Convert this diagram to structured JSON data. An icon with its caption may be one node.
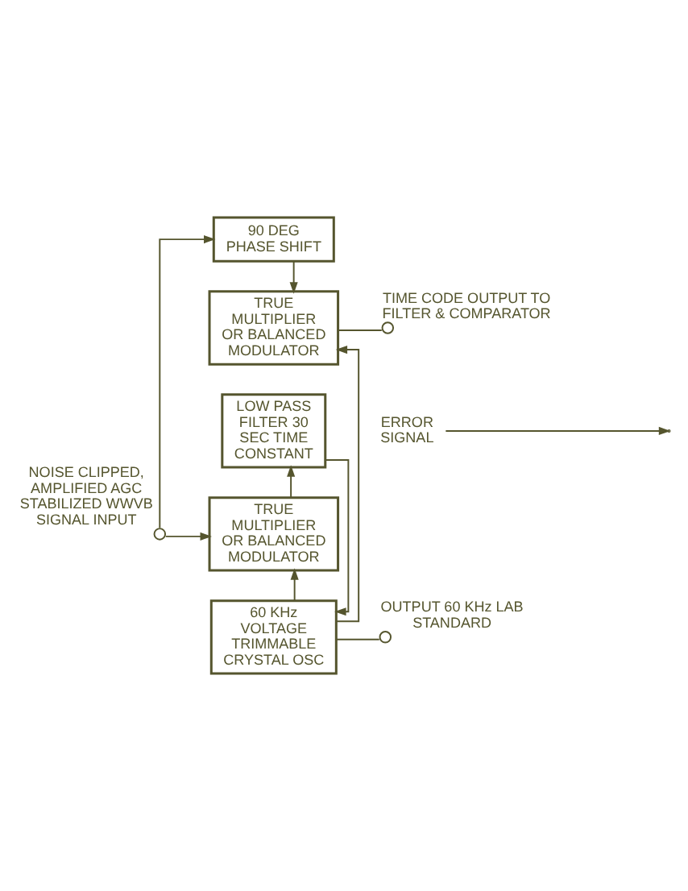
{
  "diagram": {
    "nodes": [
      {
        "text": [
          "90 DEG PHASE SHIFT"
        ]
      },
      {
        "text": [
          "TRUE MULTIPLIER OR BALANCED MODULATOR"
        ]
      },
      {
        "text": [
          "LOW PASS FILTER 30 SEC TIME CONSTANT"
        ]
      },
      {
        "text": [
          "TRUE MULTIPLIER OR BALANCED MODULATOR"
        ]
      },
      {
        "text": [
          "60 KHz VOLTAGE TRIMMABLE CRYSTAL OSC"
        ]
      },
      {
        "text": [],
        "shape": "circle",
        "beside": [
          "NOISE CLIPPED, AMPLIFIED AGC STABILIZED WWVB SIGNAL INPUT"
        ]
      },
      {
        "text": [],
        "shape": "circle",
        "beside": [
          "TIME CODE OUTPUT TO FILTER & COMPARATOR"
        ]
      },
      {
        "text": [],
        "shape": "circle",
        "beside": [
          "OUTPUT 60 KHz LAB STANDARD"
        ]
      },
      {
        "text": [
          "ERROR SIGNAL"
        ]
      }
    ],
    "edges": [
      {
        "from": 5,
        "to": 3,
        "arrow": "to"
      },
      {
        "from": 5,
        "to": 0,
        "arrow": "to"
      },
      {
        "from": 0,
        "to": 1,
        "arrow": "to"
      },
      {
        "from": 1,
        "to": 6,
        "arrow": "none"
      },
      {
        "from": 3,
        "to": 2,
        "arrow": "to"
      },
      {
        "from": 4,
        "to": 3,
        "arrow": "to"
      },
      {
        "from": 4,
        "to": 1,
        "arrow": "to"
      },
      {
        "from": 4,
        "to": 7,
        "arrow": "none"
      },
      {
        "from": 2,
        "to": 4,
        "arrow": "to"
      },
      {
        "from": 8,
        "to": null,
        "arrow": "to"
      }
    ]
  }
}
